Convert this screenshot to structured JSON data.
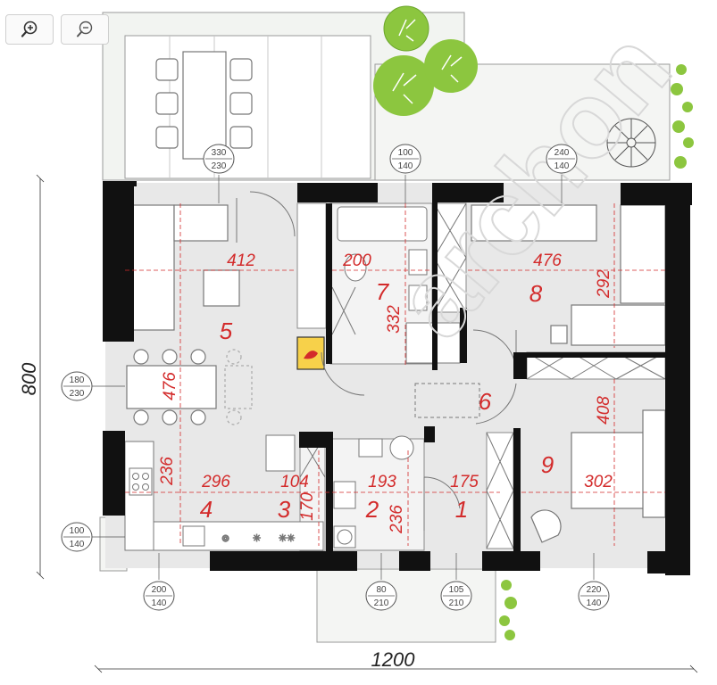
{
  "toolbar": {
    "zoom_in_icon": "zoom-in-icon",
    "zoom_out_icon": "zoom-out-icon"
  },
  "watermark": "archon",
  "overall": {
    "width": "1200",
    "height": "800"
  },
  "rooms": [
    {
      "id": "1",
      "number": "1"
    },
    {
      "id": "2",
      "number": "2"
    },
    {
      "id": "3",
      "number": "3"
    },
    {
      "id": "4",
      "number": "4"
    },
    {
      "id": "5",
      "number": "5"
    },
    {
      "id": "6",
      "number": "6"
    },
    {
      "id": "7",
      "number": "7"
    },
    {
      "id": "8",
      "number": "8"
    },
    {
      "id": "9",
      "number": "9"
    }
  ],
  "dimensions": {
    "d412": "412",
    "d200": "200",
    "d476h": "476",
    "d292": "292",
    "d332": "332",
    "d476v": "476",
    "d408": "408",
    "d236a": "236",
    "d296": "296",
    "d104": "104",
    "d193": "193",
    "d175": "175",
    "d170": "170",
    "d236b": "236",
    "d302": "302"
  },
  "openings": [
    {
      "id": "o1",
      "top": "330",
      "bottom": "230"
    },
    {
      "id": "o2",
      "top": "100",
      "bottom": "140"
    },
    {
      "id": "o3",
      "top": "240",
      "bottom": "140"
    },
    {
      "id": "o4",
      "top": "180",
      "bottom": "230"
    },
    {
      "id": "o5",
      "top": "100",
      "bottom": "140"
    },
    {
      "id": "o6",
      "top": "200",
      "bottom": "140"
    },
    {
      "id": "o7",
      "top": "80",
      "bottom": "210"
    },
    {
      "id": "o8",
      "top": "105",
      "bottom": "210"
    },
    {
      "id": "o9",
      "top": "220",
      "bottom": "140"
    }
  ]
}
